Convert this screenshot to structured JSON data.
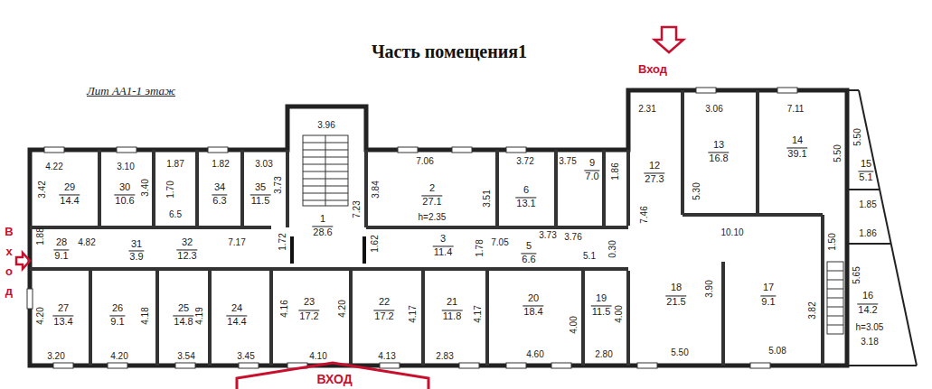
{
  "diagram": {
    "title": "Часть помещения1",
    "labels": [
      "Лит АА1-1 этаж",
      "Вход",
      "Вход",
      "ВХОД",
      "4.22",
      "3.10",
      "1.87",
      "1.82",
      "3.03",
      "3.42",
      "29",
      "14.4",
      "30",
      "10.6",
      "3.40",
      "1.70",
      "6.5",
      "34",
      "6.3",
      "35",
      "11.5",
      "3.73",
      "3.96",
      "1",
      "28.6",
      "7.23",
      "1.72",
      "1.62",
      "3.84",
      "7.06",
      "2",
      "27.1",
      "h=2.35",
      "3.51",
      "3.72",
      "6",
      "13.1",
      "3.75",
      "9",
      "7.0",
      "1.86",
      "2.31",
      "3.06",
      "7.11",
      "12",
      "27.3",
      "7.46",
      "13",
      "16.8",
      "5.30",
      "14",
      "39.1",
      "5.50",
      "5.50",
      "15",
      "5.1",
      "1.85",
      "1.86",
      "10.10",
      "1.50",
      "1.88",
      "28",
      "9.1",
      "4.82",
      "31",
      "3.9",
      "32",
      "12.3",
      "7.17",
      "3",
      "11.4",
      "1.78",
      "7.05",
      "5",
      "6.6",
      "3.73",
      "3.76",
      "5.1",
      "0.30",
      "4.20",
      "27",
      "13.4",
      "26",
      "9.1",
      "4.18",
      "25",
      "14.8",
      "4.19",
      "24",
      "14.4",
      "4.16",
      "23",
      "17.2",
      "4.20",
      "22",
      "17.2",
      "4.17",
      "21",
      "11.8",
      "4.17",
      "20",
      "18.4",
      "4.00",
      "19",
      "11.5",
      "4.00",
      "18",
      "21.5",
      "3.90",
      "17",
      "9.1",
      "3.82",
      "5.65",
      "16",
      "14.2",
      "h=3.05",
      "3.18",
      "3.20",
      "4.20",
      "3.54",
      "3.45",
      "4.10",
      "4.13",
      "2.83",
      "4.60",
      "2.80",
      "5.50",
      "5.08"
    ]
  }
}
